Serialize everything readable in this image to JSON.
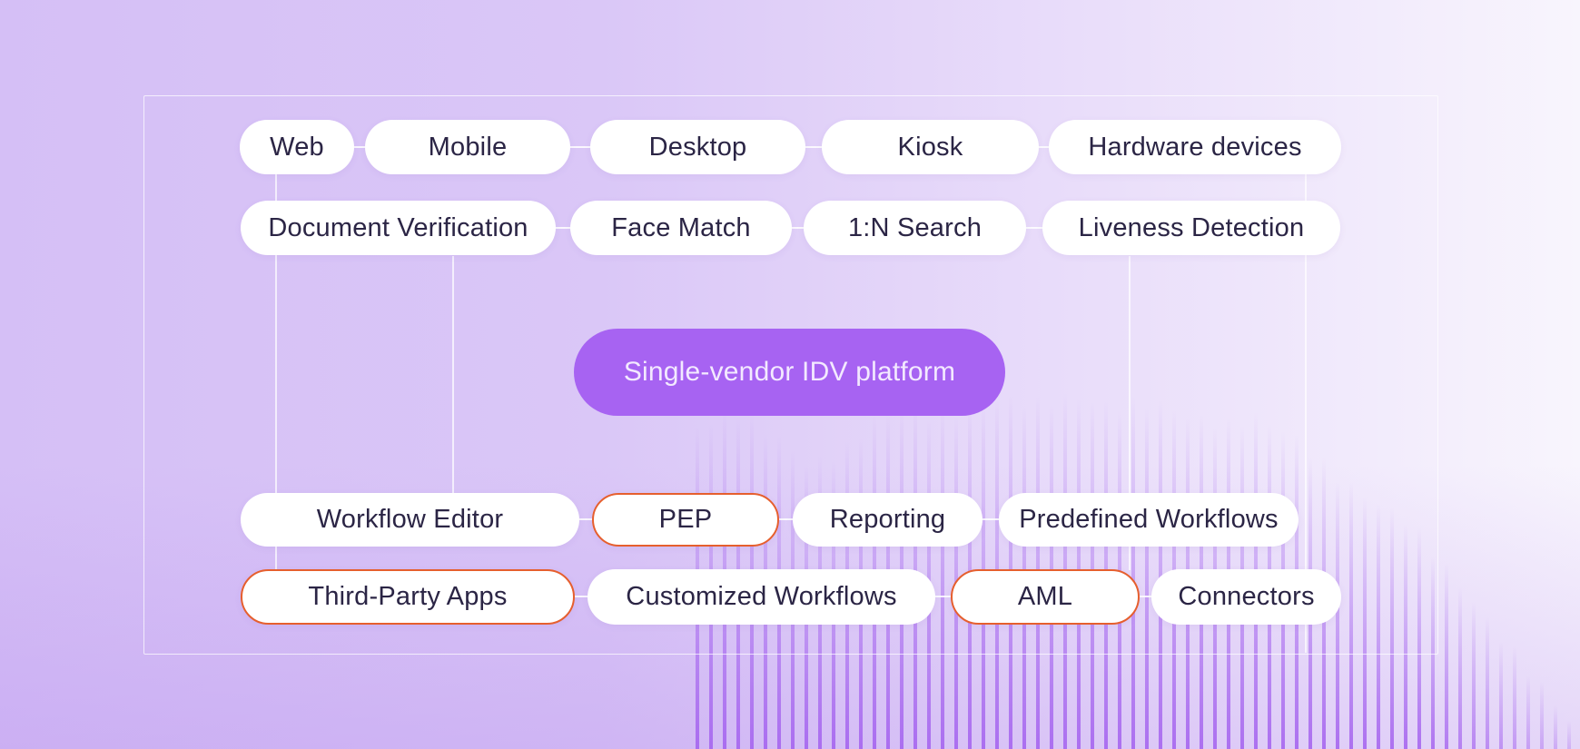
{
  "pills": {
    "web": {
      "label": "Web",
      "highlighted": false
    },
    "mobile": {
      "label": "Mobile",
      "highlighted": false
    },
    "desktop": {
      "label": "Desktop",
      "highlighted": false
    },
    "kiosk": {
      "label": "Kiosk",
      "highlighted": false
    },
    "hardware_devices": {
      "label": "Hardware devices",
      "highlighted": false
    },
    "document_verification": {
      "label": "Document Verification",
      "highlighted": false
    },
    "face_match": {
      "label": "Face Match",
      "highlighted": false
    },
    "one_to_n_search": {
      "label": "1:N Search",
      "highlighted": false
    },
    "liveness_detection": {
      "label": "Liveness Detection",
      "highlighted": false
    },
    "platform": {
      "label": "Single-vendor IDV platform",
      "highlighted": false
    },
    "workflow_editor": {
      "label": "Workflow Editor",
      "highlighted": false
    },
    "pep": {
      "label": "PEP",
      "highlighted": true
    },
    "reporting": {
      "label": "Reporting",
      "highlighted": false
    },
    "predefined_workflows": {
      "label": "Predefined Workflows",
      "highlighted": false
    },
    "third_party_apps": {
      "label": "Third-Party Apps",
      "highlighted": true
    },
    "customized_workflows": {
      "label": "Customized Workflows",
      "highlighted": false
    },
    "aml": {
      "label": "AML",
      "highlighted": true
    },
    "connectors": {
      "label": "Connectors",
      "highlighted": false
    }
  },
  "colors": {
    "accent": "#a763f2",
    "highlight_border": "#e65f2e",
    "pill_text": "#2b2545",
    "platform_text": "#f3e9ff"
  }
}
